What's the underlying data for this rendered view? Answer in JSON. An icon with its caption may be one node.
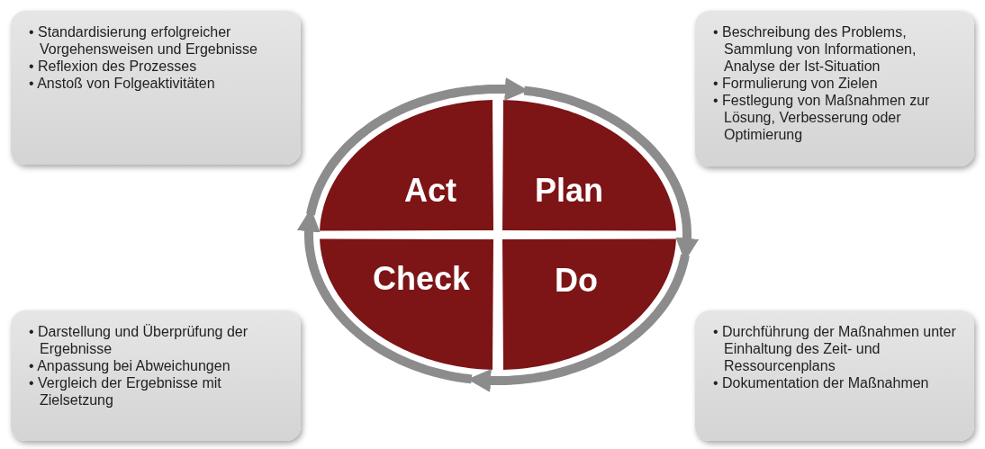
{
  "diagram": {
    "nodes": [
      {
        "text": [
          "• Standardisierung erfolgreicher Vorgehensweisen und Ergebnisse",
          "• Reflexion des Prozesses",
          "• Anstoß von Folgeaktivitäten"
        ]
      },
      {
        "text": [
          "• Beschreibung des Problems, Sammlung von Informationen, Analyse der Ist-Situation",
          "• Formulierung von Zielen",
          "• Festlegung von Maßnahmen zur Lösung, Verbesserung oder Optimierung"
        ]
      },
      {
        "text": [
          "Act"
        ]
      },
      {
        "text": [
          "Plan"
        ]
      },
      {
        "text": [
          "Check"
        ]
      },
      {
        "text": [
          "Do"
        ]
      },
      {
        "text": [
          "• Darstellung und Überprüfung der Ergebnisse",
          "• Anpassung bei Abweichungen",
          "• Vergleich der Ergebnisse mit Zielsetzung"
        ]
      },
      {
        "text": [
          "• Durchführung der Maßnahmen unter Einhaltung des Zeit- und Ressourcenplans",
          "• Dokumentation der Maßnahmen"
        ]
      }
    ],
    "edges": [
      {
        "from": 2,
        "to": 3,
        "arrow": "to"
      },
      {
        "from": 3,
        "to": 5,
        "arrow": "to"
      },
      {
        "from": 5,
        "to": 4,
        "arrow": "to"
      },
      {
        "from": 4,
        "to": 2,
        "arrow": "to"
      }
    ]
  }
}
